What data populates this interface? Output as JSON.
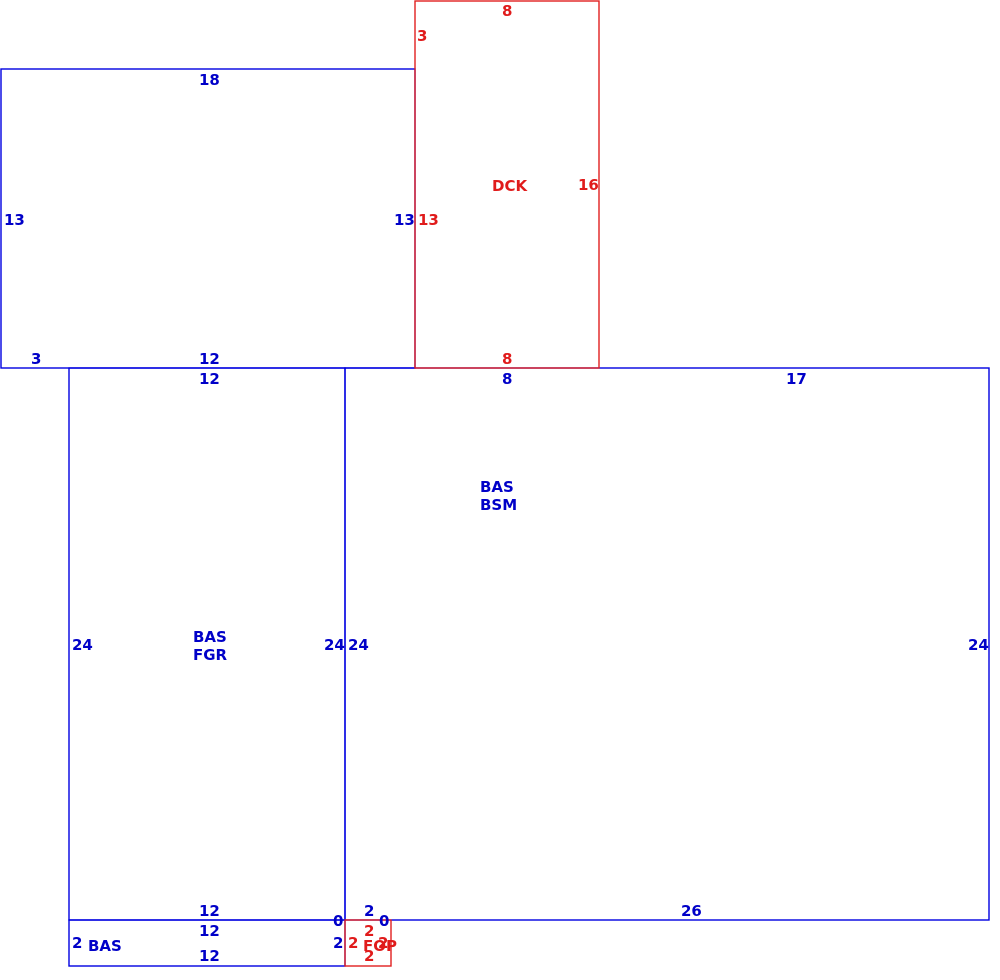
{
  "colors": {
    "blue": "#0000e0",
    "red": "#e02020"
  },
  "areas": {
    "upper_left": {
      "top": "18",
      "left": "13",
      "right": "13",
      "bottom_left": "3",
      "bottom": "12"
    },
    "deck": {
      "code": "DCK",
      "top": "8",
      "left_upper": "3",
      "left": "13",
      "right": "16",
      "bottom": "8"
    },
    "garage": {
      "code1": "BAS",
      "code2": "FGR",
      "top": "12",
      "left": "24",
      "right": "24",
      "bottom": "12"
    },
    "main": {
      "code1": "BAS",
      "code2": "BSM",
      "top_left": "8",
      "top_right": "17",
      "left": "24",
      "right": "24",
      "bottom": "26",
      "bottom_left_a": "2",
      "bottom_left_b": "0"
    },
    "bottom_strip": {
      "code": "BAS",
      "top": "12",
      "left": "2",
      "right": "2",
      "bottom": "12",
      "corner": "0"
    },
    "porch": {
      "code": "FOP",
      "top": "2",
      "left": "2",
      "right": "2",
      "bottom": "2"
    }
  }
}
